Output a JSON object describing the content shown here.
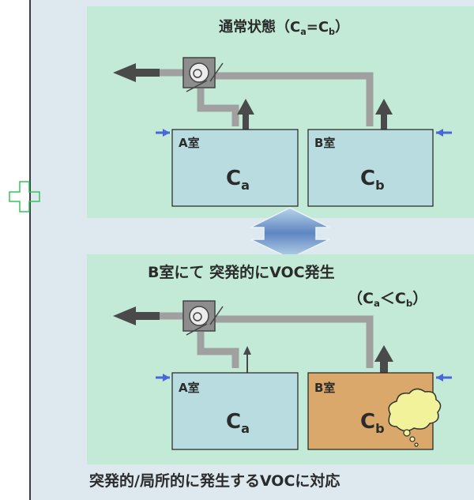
{
  "top_panel": {
    "title": "通常状態（Ca=Cb）",
    "title_main": "通常状態（C",
    "title_sub1": "a",
    "title_mid": "=C",
    "title_sub2": "b",
    "title_end": "）",
    "room_a_label": "A室",
    "room_a_conc": "C",
    "room_a_conc_sub": "a",
    "room_b_label": "B室",
    "room_b_conc": "C",
    "room_b_conc_sub": "b"
  },
  "bottom_panel": {
    "title": "B室にて 突発的にVOC発生",
    "condition": "（Ca＜Cb）",
    "cond_main": "（C",
    "cond_sub1": "a",
    "cond_mid": "＜C",
    "cond_sub2": "b",
    "cond_end": "）",
    "room_a_label": "A室",
    "room_a_conc": "C",
    "room_a_conc_sub": "a",
    "room_b_label": "B室",
    "room_b_conc": "C",
    "room_b_conc_sub": "b"
  },
  "caption": "突発的/局所的に発生するVOCに対応",
  "colors": {
    "background": "#dde9ef",
    "panel": "#c2ead6",
    "room_normal": "#b9dce0",
    "room_voc": "#d9a86a",
    "duct": "#a0a0a0",
    "exhaust_arrow": "#4a4a4a",
    "inlet_arrow": "#4a66d8",
    "voc_cloud": "#f1f29a",
    "crosshair": "#33c45a"
  },
  "icons": [
    "exhaust-fan-icon",
    "voc-cloud-icon",
    "swap-double-arrow-icon"
  ]
}
